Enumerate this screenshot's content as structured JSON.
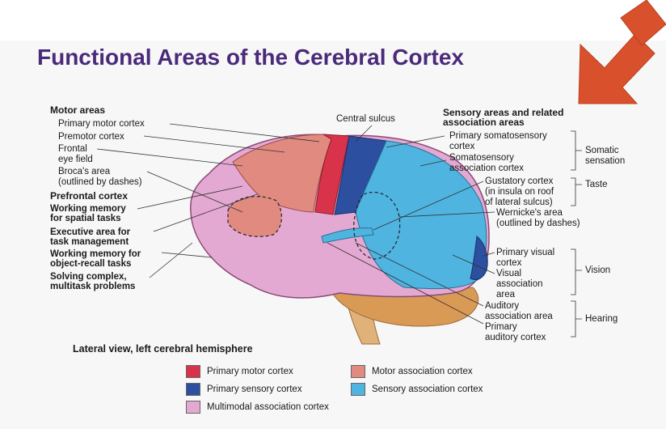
{
  "title": "Functional Areas of the Cerebral Cortex",
  "motor": {
    "heading": "Motor areas",
    "primary_motor": "Primary motor cortex",
    "premotor": "Premotor cortex",
    "frontal_eye_1": "Frontal",
    "frontal_eye_2": "eye field",
    "broca_1": "Broca's area",
    "broca_2": "(outlined by dashes)"
  },
  "prefrontal": {
    "heading": "Prefrontal cortex",
    "wm_spatial_1": "Working memory",
    "wm_spatial_2": "for spatial tasks",
    "exec_1": "Executive area for",
    "exec_2": "task management",
    "wm_object_1": "Working memory for",
    "wm_object_2": "object-recall tasks",
    "solving_1": "Solving complex,",
    "solving_2": "multitask problems"
  },
  "central_sulcus": "Central sulcus",
  "sensory": {
    "heading_1": "Sensory areas and related",
    "heading_2": "association areas",
    "primary_soma_1": "Primary somatosensory",
    "primary_soma_2": "cortex",
    "soma_assoc_1": "Somatosensory",
    "soma_assoc_2": "association cortex",
    "gustatory_1": "Gustatory cortex",
    "gustatory_2": "(in insula on roof",
    "gustatory_3": "of lateral sulcus)",
    "wernicke_1": "Wernicke's area",
    "wernicke_2": "(outlined by dashes)",
    "primary_visual_1": "Primary visual",
    "primary_visual_2": "cortex",
    "visual_assoc_1": "Visual",
    "visual_assoc_2": "association",
    "visual_assoc_3": "area",
    "auditory_assoc_1": "Auditory",
    "auditory_assoc_2": "association area",
    "primary_auditory_1": "Primary",
    "primary_auditory_2": "auditory cortex"
  },
  "groups": {
    "somatic_1": "Somatic",
    "somatic_2": "sensation",
    "taste": "Taste",
    "vision": "Vision",
    "hearing": "Hearing"
  },
  "caption": "Lateral view, left cerebral hemisphere",
  "legend": [
    {
      "label": "Primary motor cortex",
      "color": "#d8334a"
    },
    {
      "label": "Motor association cortex",
      "color": "#e08a80"
    },
    {
      "label": "Primary sensory cortex",
      "color": "#2c4fa0"
    },
    {
      "label": "Sensory association cortex",
      "color": "#4fb4e0"
    },
    {
      "label": "Multimodal association cortex",
      "color": "#e4a9d2"
    }
  ],
  "colors": {
    "title": "#4a2a7a",
    "arrow": "#d9512c",
    "cerebellum": "#d99a55",
    "brainstem": "#e0b27a"
  }
}
